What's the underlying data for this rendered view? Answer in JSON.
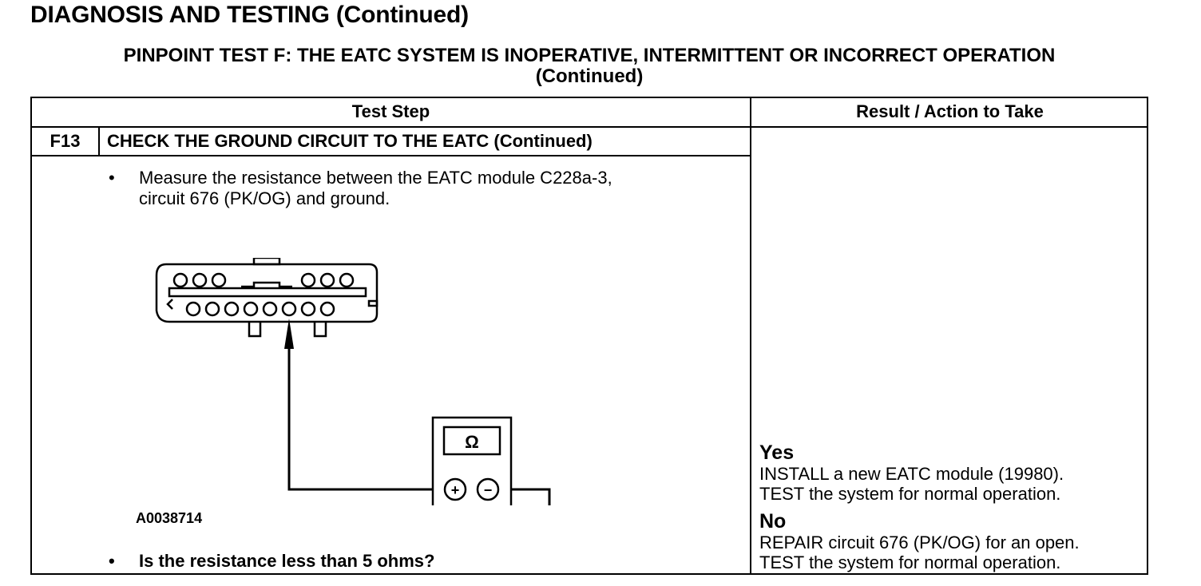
{
  "page": {
    "title": "DIAGNOSIS AND TESTING (Continued)",
    "subtitle_line1": "PINPOINT TEST F: THE EATC SYSTEM IS INOPERATIVE, INTERMITTENT OR INCORRECT OPERATION",
    "subtitle_line2": "(Continued)"
  },
  "table": {
    "header_test_step": "Test Step",
    "header_result": "Result / Action to Take",
    "step_id": "F13",
    "step_title": "CHECK THE GROUND CIRCUIT TO THE EATC (Continued)",
    "bullet_char": "•",
    "instruction_line1": "Measure the resistance between the EATC module C228a-3,",
    "instruction_line2": "circuit 676 (PK/OG) and ground.",
    "figure_id": "A0038714",
    "question": "Is the resistance less than 5 ohms?",
    "meter_symbol": "Ω",
    "meter_plus": "+",
    "meter_minus": "−"
  },
  "results": {
    "yes_label": "Yes",
    "yes_line1": "INSTALL a new EATC module (19980).",
    "yes_line2": "TEST the system for normal operation.",
    "no_label": "No",
    "no_line1": "REPAIR circuit 676 (PK/OG) for an open.",
    "no_line2": "TEST the system for normal operation."
  }
}
